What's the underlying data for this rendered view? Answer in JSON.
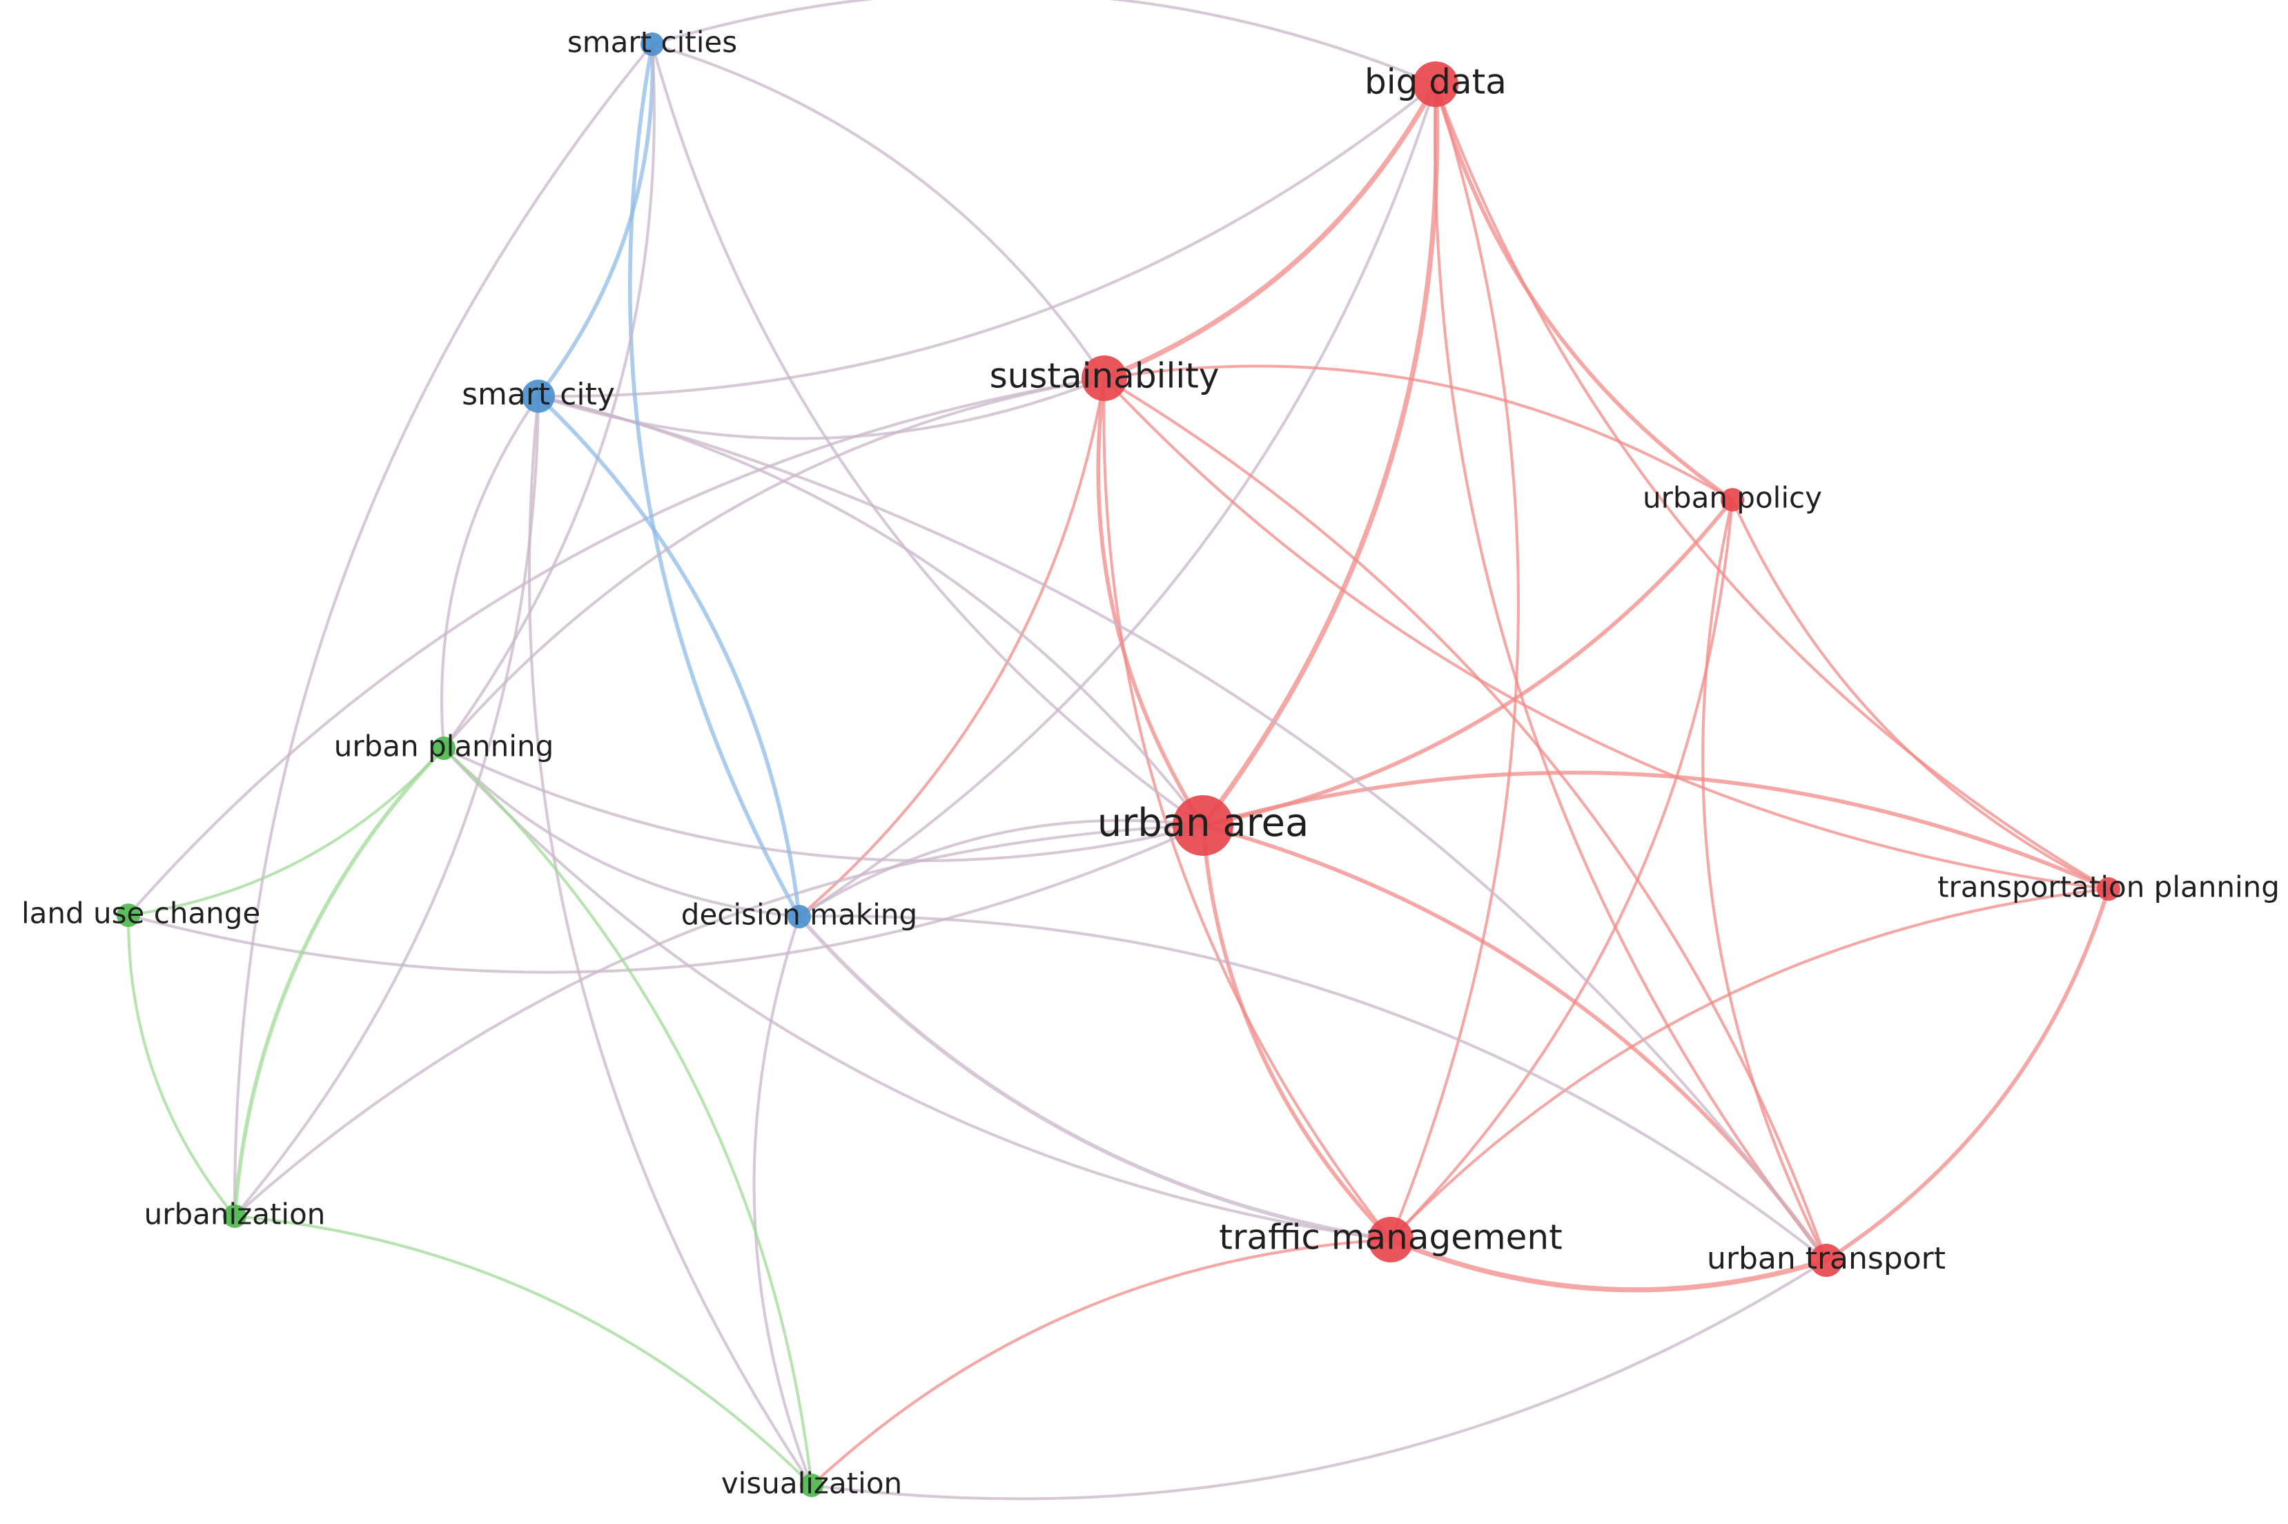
{
  "colors": {
    "cluster1": "#e8474d",
    "cluster2": "#4d90cf",
    "cluster3": "#4fb84f",
    "edge_red": "#f08a87",
    "edge_blue": "#8fbbe6",
    "edge_green": "#9fd996",
    "edge_mixed": "#c9b6c9"
  },
  "nodes": [
    {
      "id": "big-data",
      "label": "big data",
      "cluster": "cluster1",
      "weight": 3
    },
    {
      "id": "sustainability",
      "label": "sustainability",
      "cluster": "cluster1",
      "weight": 3
    },
    {
      "id": "urban-policy",
      "label": "urban policy",
      "cluster": "cluster1",
      "weight": 1
    },
    {
      "id": "urban-area",
      "label": "urban area",
      "cluster": "cluster1",
      "weight": 5
    },
    {
      "id": "transportation-planning",
      "label": "transportation planning",
      "cluster": "cluster1",
      "weight": 1
    },
    {
      "id": "traffic-management",
      "label": "traffic management",
      "cluster": "cluster1",
      "weight": 3
    },
    {
      "id": "urban-transport",
      "label": "urban transport",
      "cluster": "cluster1",
      "weight": 2
    },
    {
      "id": "smart-cities",
      "label": "smart cities",
      "cluster": "cluster2",
      "weight": 1
    },
    {
      "id": "smart-city",
      "label": "smart city",
      "cluster": "cluster2",
      "weight": 2
    },
    {
      "id": "decision-making",
      "label": "decision making",
      "cluster": "cluster2",
      "weight": 1
    },
    {
      "id": "urban-planning",
      "label": "urban planning",
      "cluster": "cluster3",
      "weight": 1
    },
    {
      "id": "land-use-change",
      "label": "land use change",
      "cluster": "cluster3",
      "weight": 1
    },
    {
      "id": "urbanization",
      "label": "urbanization",
      "cluster": "cluster3",
      "weight": 1
    },
    {
      "id": "visualization",
      "label": "visualization",
      "cluster": "cluster3",
      "weight": 1
    }
  ],
  "links": [
    {
      "source": "big-data",
      "target": "sustainability",
      "color": "edge_red",
      "strength": 3
    },
    {
      "source": "big-data",
      "target": "urban-policy",
      "color": "edge_red",
      "strength": 2
    },
    {
      "source": "big-data",
      "target": "urban-area",
      "color": "edge_red",
      "strength": 3
    },
    {
      "source": "big-data",
      "target": "transportation-planning",
      "color": "edge_red",
      "strength": 1
    },
    {
      "source": "big-data",
      "target": "traffic-management",
      "color": "edge_red",
      "strength": 1
    },
    {
      "source": "big-data",
      "target": "urban-transport",
      "color": "edge_red",
      "strength": 1
    },
    {
      "source": "big-data",
      "target": "smart-city",
      "color": "edge_mixed",
      "strength": 1
    },
    {
      "source": "big-data",
      "target": "smart-cities",
      "color": "edge_mixed",
      "strength": 1
    },
    {
      "source": "big-data",
      "target": "decision-making",
      "color": "edge_mixed",
      "strength": 1
    },
    {
      "source": "sustainability",
      "target": "urban-area",
      "color": "edge_red",
      "strength": 2
    },
    {
      "source": "sustainability",
      "target": "urban-policy",
      "color": "edge_red",
      "strength": 1
    },
    {
      "source": "sustainability",
      "target": "traffic-management",
      "color": "edge_red",
      "strength": 1
    },
    {
      "source": "sustainability",
      "target": "urban-transport",
      "color": "edge_red",
      "strength": 1
    },
    {
      "source": "sustainability",
      "target": "transportation-planning",
      "color": "edge_red",
      "strength": 1
    },
    {
      "source": "sustainability",
      "target": "smart-city",
      "color": "edge_mixed",
      "strength": 1
    },
    {
      "source": "sustainability",
      "target": "smart-cities",
      "color": "edge_mixed",
      "strength": 1
    },
    {
      "source": "sustainability",
      "target": "decision-making",
      "color": "edge_red",
      "strength": 1
    },
    {
      "source": "sustainability",
      "target": "land-use-change",
      "color": "edge_mixed",
      "strength": 1
    },
    {
      "source": "urban-policy",
      "target": "urban-area",
      "color": "edge_red",
      "strength": 2
    },
    {
      "source": "urban-policy",
      "target": "transportation-planning",
      "color": "edge_red",
      "strength": 1
    },
    {
      "source": "urban-policy",
      "target": "traffic-management",
      "color": "edge_red",
      "strength": 1
    },
    {
      "source": "urban-policy",
      "target": "urban-transport",
      "color": "edge_red",
      "strength": 1
    },
    {
      "source": "urban-area",
      "target": "transportation-planning",
      "color": "edge_red",
      "strength": 2
    },
    {
      "source": "urban-area",
      "target": "traffic-management",
      "color": "edge_red",
      "strength": 2
    },
    {
      "source": "urban-area",
      "target": "urban-transport",
      "color": "edge_red",
      "strength": 2
    },
    {
      "source": "urban-area",
      "target": "smart-city",
      "color": "edge_mixed",
      "strength": 1
    },
    {
      "source": "urban-area",
      "target": "smart-cities",
      "color": "edge_mixed",
      "strength": 1
    },
    {
      "source": "urban-area",
      "target": "decision-making",
      "color": "edge_mixed",
      "strength": 1
    },
    {
      "source": "urban-area",
      "target": "urban-planning",
      "color": "edge_mixed",
      "strength": 1
    },
    {
      "source": "urban-area",
      "target": "urbanization",
      "color": "edge_mixed",
      "strength": 1
    },
    {
      "source": "urban-area",
      "target": "land-use-change",
      "color": "edge_mixed",
      "strength": 1
    },
    {
      "source": "transportation-planning",
      "target": "traffic-management",
      "color": "edge_red",
      "strength": 1
    },
    {
      "source": "transportation-planning",
      "target": "urban-transport",
      "color": "edge_red",
      "strength": 2
    },
    {
      "source": "traffic-management",
      "target": "urban-transport",
      "color": "edge_red",
      "strength": 3
    },
    {
      "source": "traffic-management",
      "target": "decision-making",
      "color": "edge_mixed",
      "strength": 2
    },
    {
      "source": "traffic-management",
      "target": "visualization",
      "color": "edge_red",
      "strength": 1
    },
    {
      "source": "traffic-management",
      "target": "urban-planning",
      "color": "edge_mixed",
      "strength": 1
    },
    {
      "source": "urban-transport",
      "target": "decision-making",
      "color": "edge_mixed",
      "strength": 1
    },
    {
      "source": "urban-transport",
      "target": "visualization",
      "color": "edge_mixed",
      "strength": 1
    },
    {
      "source": "urban-transport",
      "target": "smart-city",
      "color": "edge_mixed",
      "strength": 1
    },
    {
      "source": "smart-cities",
      "target": "smart-city",
      "color": "edge_blue",
      "strength": 2
    },
    {
      "source": "smart-cities",
      "target": "decision-making",
      "color": "edge_blue",
      "strength": 2
    },
    {
      "source": "smart-cities",
      "target": "urban-planning",
      "color": "edge_mixed",
      "strength": 1
    },
    {
      "source": "smart-cities",
      "target": "urbanization",
      "color": "edge_mixed",
      "strength": 1
    },
    {
      "source": "smart-city",
      "target": "decision-making",
      "color": "edge_blue",
      "strength": 2
    },
    {
      "source": "smart-city",
      "target": "urban-planning",
      "color": "edge_mixed",
      "strength": 1
    },
    {
      "source": "smart-city",
      "target": "urbanization",
      "color": "edge_mixed",
      "strength": 1
    },
    {
      "source": "smart-city",
      "target": "visualization",
      "color": "edge_mixed",
      "strength": 1
    },
    {
      "source": "decision-making",
      "target": "urban-planning",
      "color": "edge_mixed",
      "strength": 1
    },
    {
      "source": "decision-making",
      "target": "visualization",
      "color": "edge_mixed",
      "strength": 1
    },
    {
      "source": "urban-planning",
      "target": "land-use-change",
      "color": "edge_green",
      "strength": 1
    },
    {
      "source": "urban-planning",
      "target": "urbanization",
      "color": "edge_green",
      "strength": 2
    },
    {
      "source": "urban-planning",
      "target": "sustainability",
      "color": "edge_mixed",
      "strength": 1
    },
    {
      "source": "land-use-change",
      "target": "urbanization",
      "color": "edge_green",
      "strength": 1
    },
    {
      "source": "urbanization",
      "target": "visualization",
      "color": "edge_green",
      "strength": 1
    },
    {
      "source": "visualization",
      "target": "urban-planning",
      "color": "edge_green",
      "strength": 1
    }
  ]
}
